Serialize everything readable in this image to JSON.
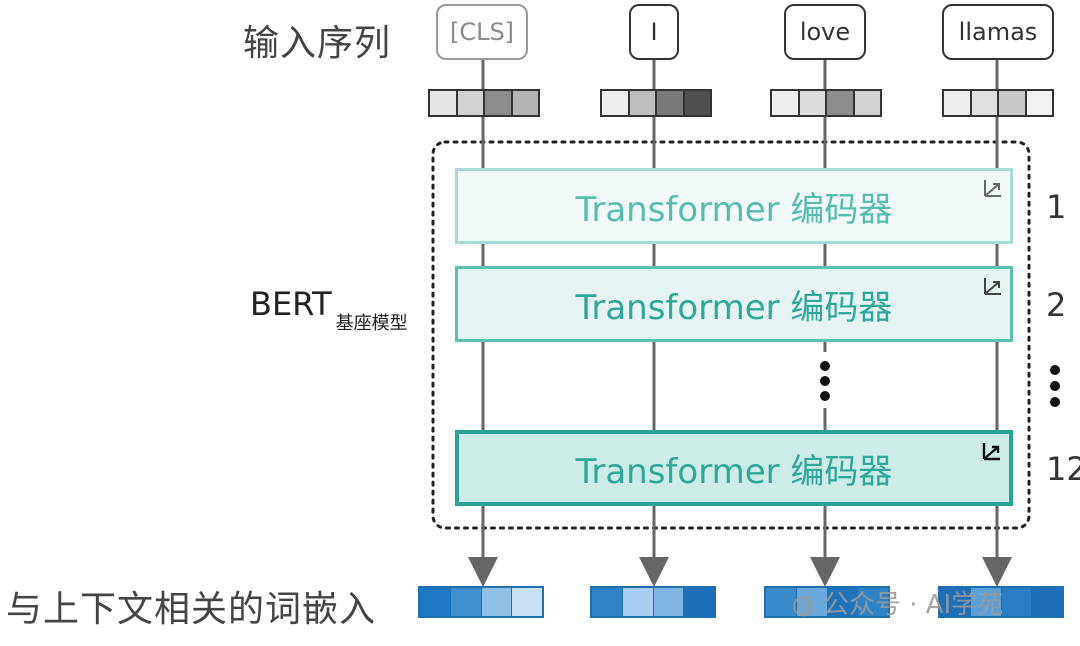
{
  "input_label": "输入序列",
  "tokens": [
    "[CLS]",
    "I",
    "love",
    "llamas"
  ],
  "bert_label": "BERT",
  "bert_sub": "基座模型",
  "encoder_label": "Transformer 编码器",
  "layer_numbers": [
    "1",
    "2",
    "12"
  ],
  "output_label": "与上下文相关的词嵌入",
  "watermark": "公众号 · AI学苑",
  "colors": {
    "encoder_text": "#2fa89b",
    "encoder_border": "#2fa89b",
    "output_blue": "#1f6fae"
  }
}
